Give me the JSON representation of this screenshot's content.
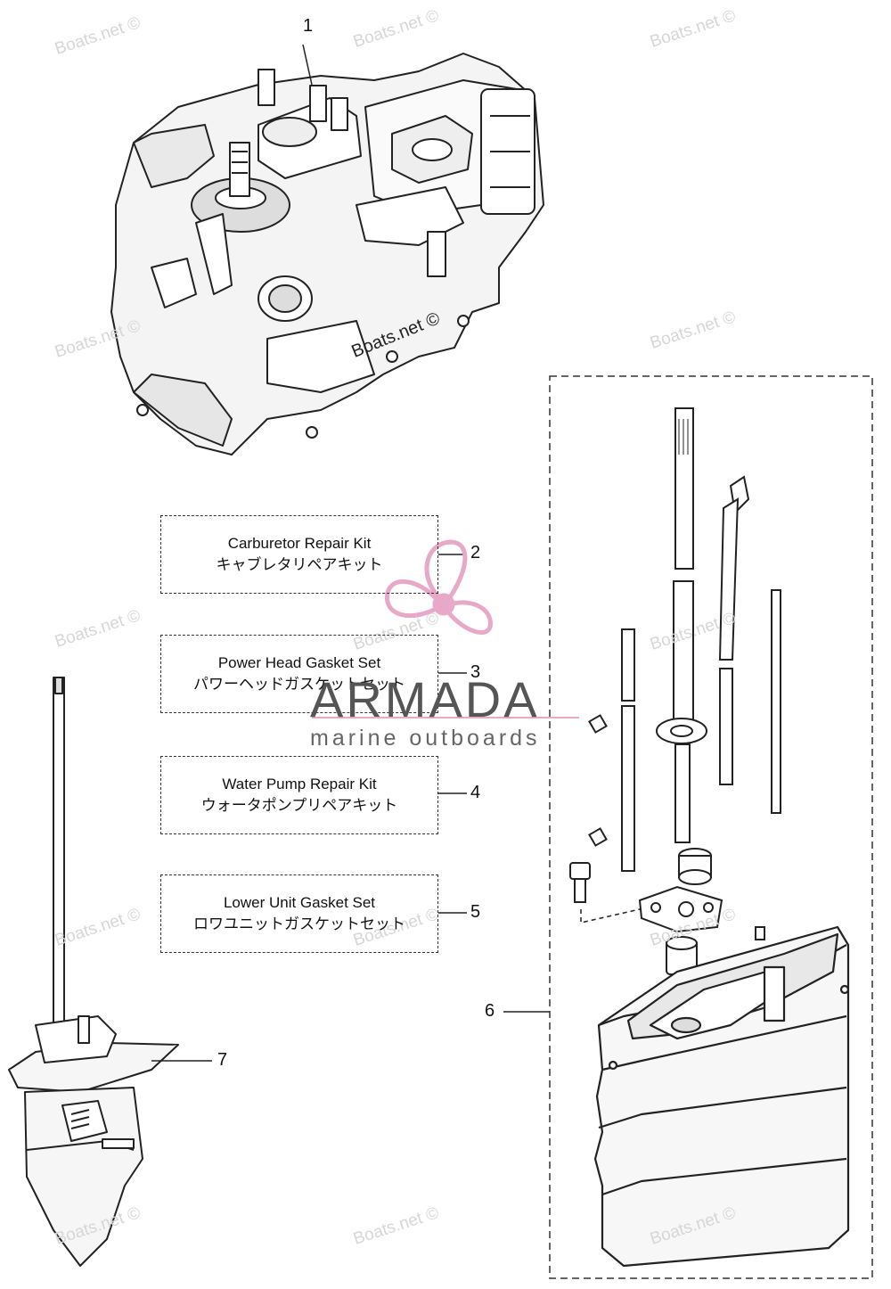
{
  "watermark_text": "Boats.net ©",
  "kits": [
    {
      "number": "2",
      "en": "Carburetor Repair Kit",
      "jp": "キャブレタリペアキット"
    },
    {
      "number": "3",
      "en": "Power Head Gasket Set",
      "jp": "パワーヘッドガスケットセット"
    },
    {
      "number": "4",
      "en": "Water Pump Repair Kit",
      "jp": "ウォータポンプリペアキット"
    },
    {
      "number": "5",
      "en": "Lower Unit Gasket Set",
      "jp": "ロワユニットガスケットセット"
    }
  ],
  "callouts": {
    "powerhead": "1",
    "drive_shaft_housing": "6",
    "lower_unit": "7"
  },
  "brand": {
    "name": "ARMADA",
    "tagline": "marine outboards",
    "logo_color": "#e8a8c8"
  }
}
